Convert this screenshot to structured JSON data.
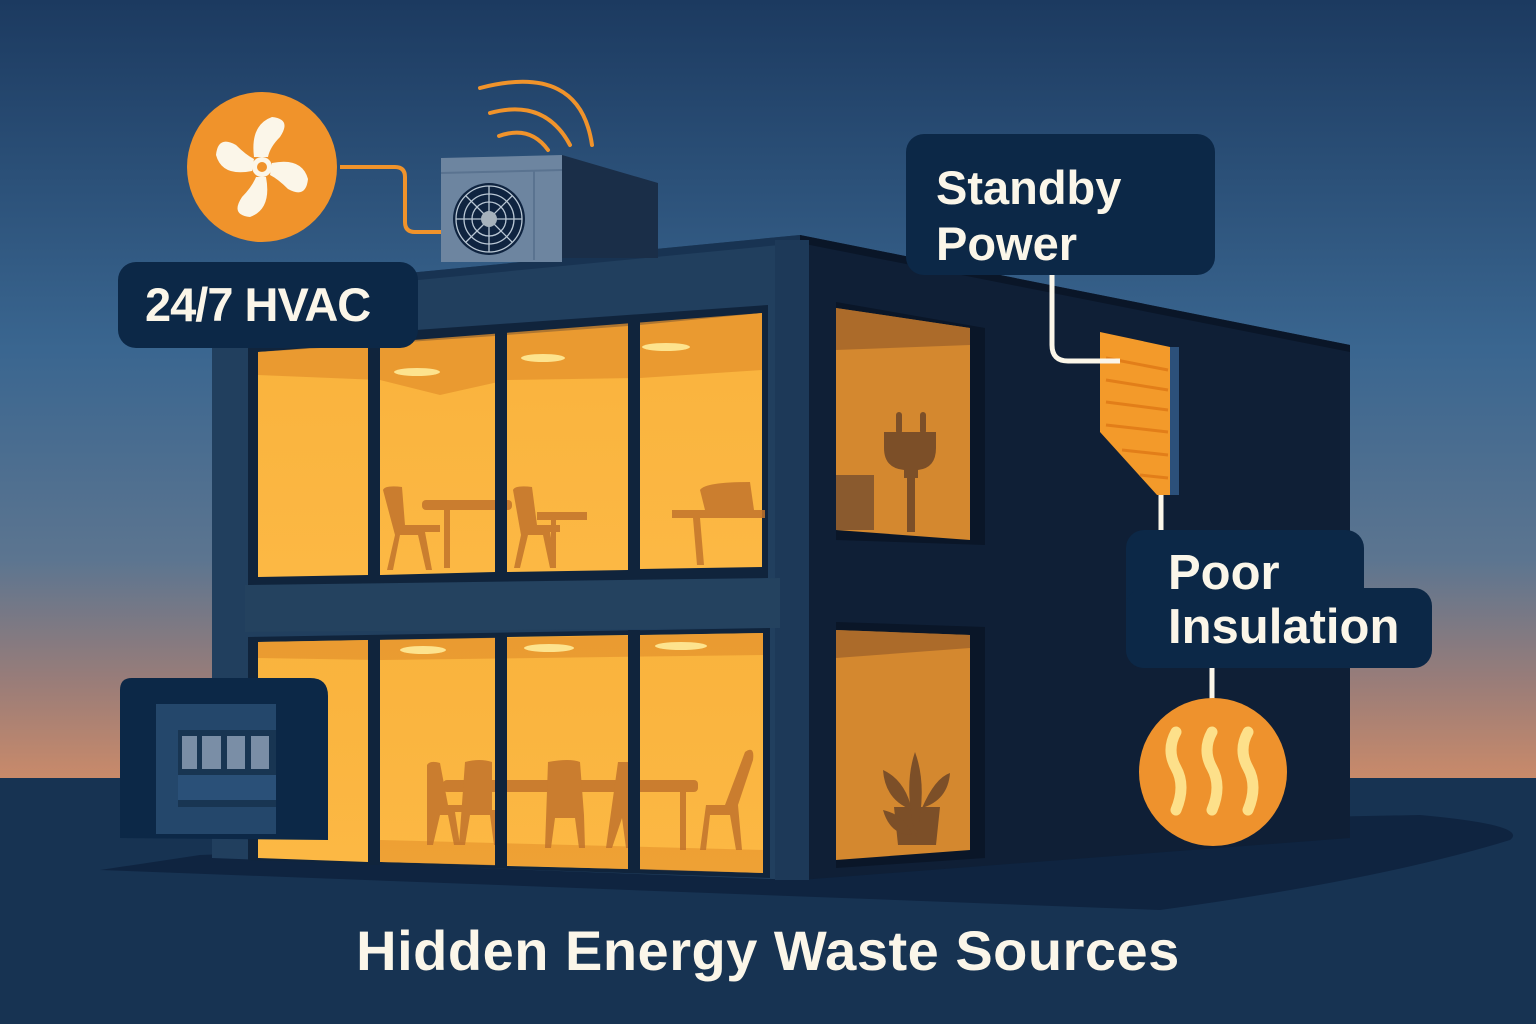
{
  "title": "Hidden Energy Waste Sources",
  "callouts": [
    {
      "id": "hvac",
      "label": "24/7 HVAC",
      "icon": "fan-icon"
    },
    {
      "id": "standby",
      "label_line1": "Standby",
      "label_line2": "Power",
      "icon": "power-plug-icon"
    },
    {
      "id": "insulation",
      "label_line1": "Poor",
      "label_line2": "Insulation",
      "icon": "heat-waves-icon"
    }
  ],
  "colors": {
    "sky_top": "#1d3d64",
    "sky_mid": "#3e6a92",
    "horizon": "#c98a6a",
    "ground": "#173352",
    "building_front": "#213f5e",
    "building_side": "#0f1f36",
    "window_light": "#fbb43c",
    "accent_orange": "#f0932b",
    "label_bg": "#0c2847",
    "text_light": "#fbf6e9"
  }
}
